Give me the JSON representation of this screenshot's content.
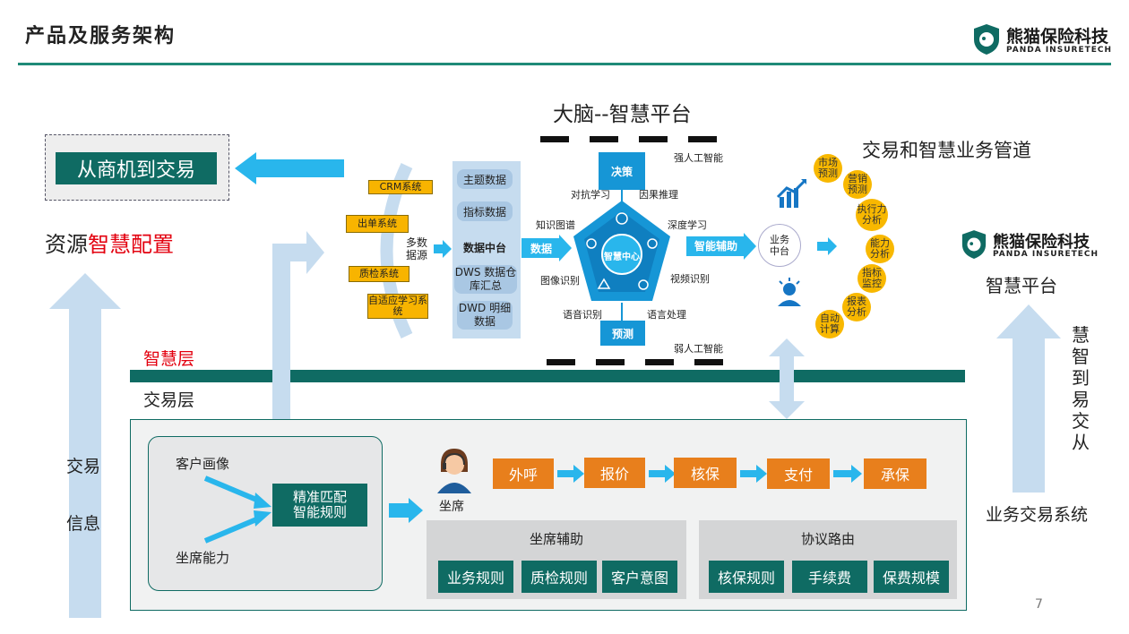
{
  "slide": {
    "title": "产品及服务架构",
    "page_number": "7"
  },
  "logo": {
    "cn": "熊猫保险科技",
    "en": "PANDA INSURETECH"
  },
  "left": {
    "from_box": "从商机到交易",
    "resource_label_prefix": "资源",
    "resource_label_highlight": "智慧配置",
    "vertical_label_top": "交易",
    "vertical_label_bottom": "信息"
  },
  "layers": {
    "wisdom": "智慧层",
    "trade": "交易层"
  },
  "brain": {
    "title": "大脑--智慧平台",
    "strong_ai": "强人工智能",
    "weak_ai": "弱人工智能",
    "systems": [
      "CRM系统",
      "出单系统",
      "质检系统",
      "自适应学习系统"
    ],
    "multi_source": "多数据源",
    "data_stack": [
      "主题数据",
      "指标数据",
      "数据中台",
      "DWS 数据仓库汇总",
      "DWD 明细数据"
    ],
    "data_arrow": "数据",
    "decision": "决策",
    "predict": "预测",
    "center": "智慧中心",
    "capabilities": [
      "对抗学习",
      "因果推理",
      "知识图谱",
      "深度学习",
      "图像识别",
      "视频识别",
      "语音识别",
      "语言处理"
    ],
    "assist_arrow": "智能辅助",
    "biz_center": "业务中台"
  },
  "pipeline": {
    "title": "交易和智慧业务管道",
    "circles": [
      "市场预测",
      "营销预测",
      "执行力分析",
      "能力分析",
      "指标监控",
      "报表分析",
      "自动计算"
    ]
  },
  "right": {
    "platform": "智慧平台",
    "vertical": "慧智到易交从",
    "trade_system": "业务交易系统"
  },
  "trade": {
    "profile": "客户画像",
    "seat_ability": "坐席能力",
    "match": "精准匹配智能规则",
    "seat": "坐席",
    "flow": [
      "外呼",
      "报价",
      "核保",
      "支付",
      "承保"
    ],
    "seat_assist": {
      "title": "坐席辅助",
      "items": [
        "业务规则",
        "质检规则",
        "客户意图"
      ]
    },
    "protocol": {
      "title": "协议路由",
      "items": [
        "核保规则",
        "手续费",
        "保费规模"
      ]
    }
  },
  "colors": {
    "teal": "#0f6b63",
    "orange": "#e87f1c",
    "blue": "#29b6ec",
    "yellow": "#f8b400",
    "red": "#e3000f"
  }
}
